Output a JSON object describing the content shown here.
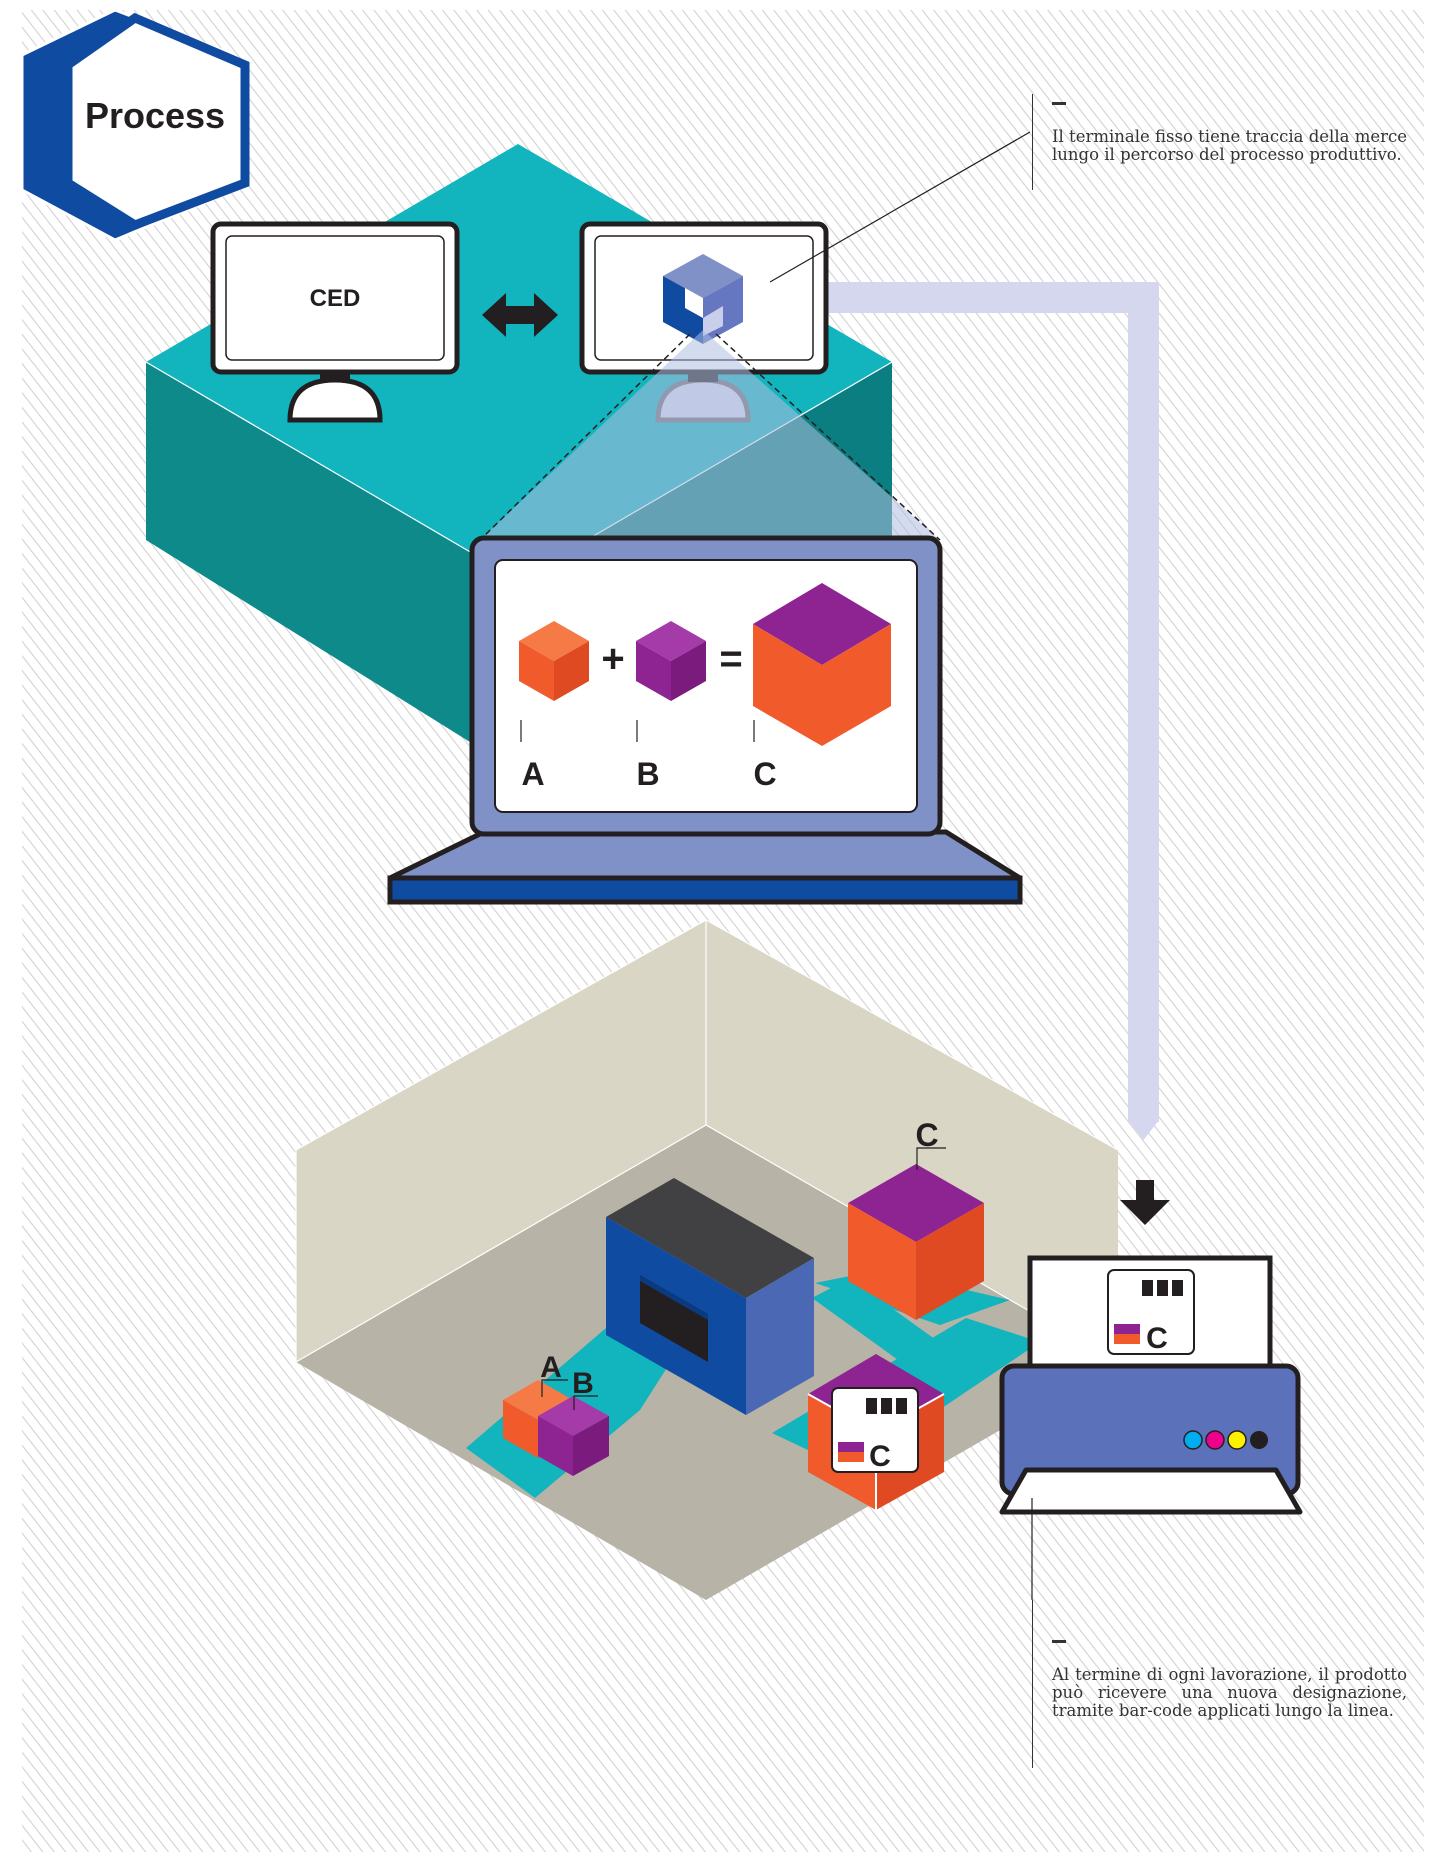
{
  "badge": {
    "title": "Process"
  },
  "monitor_ced": {
    "label": "CED"
  },
  "laptop": {
    "label_a": "A",
    "label_b": "B",
    "label_c": "C",
    "plus": "+",
    "equals": "="
  },
  "factory": {
    "label_a": "A",
    "label_b": "B",
    "label_c": "C",
    "tag_label": "C"
  },
  "printer": {
    "label": "C"
  },
  "notes": {
    "top": "Il terminale fisso tiene traccia della merce lungo il percorso del processo produttivo.",
    "bottom": "Al termine di ogni lavorazione, il prodotto può ricevere una nuova designazione, tramite bar-code applicati lungo la linea."
  },
  "colors": {
    "brand_blue": "#0f4ba1",
    "teal": "#12b4bd",
    "teal_dark": "#0e8a8a",
    "orange": "#f15a2b",
    "purple": "#8e2491",
    "laptop_body": "#8091c8",
    "wall": "#d9d6c5",
    "floor": "#b8b3a7",
    "lavender": "#d4d7ee",
    "dark": "#231f20"
  },
  "icons": [
    "hexagon-badge",
    "double-arrow-icon",
    "logo-cube-icon",
    "down-arrow-icon",
    "barcode-icon",
    "ink-dots-icon"
  ]
}
